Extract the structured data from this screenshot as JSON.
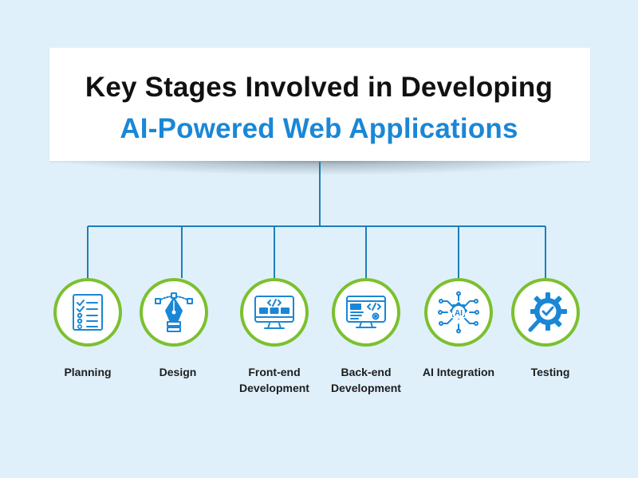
{
  "title": {
    "line1": "Key Stages Involved in Developing",
    "line2": "AI-Powered Web Applications"
  },
  "colors": {
    "background": "#dff0fb",
    "title_accent": "#1a87d6",
    "connector": "#1e7fb8",
    "circle_border": "#7cc02e",
    "icon": "#1a87d6"
  },
  "stages": [
    {
      "label": "Planning",
      "icon": "checklist-icon"
    },
    {
      "label": "Design",
      "icon": "pen-tool-icon"
    },
    {
      "label": "Front-end\nDevelopment",
      "icon": "frontend-monitor-icon"
    },
    {
      "label": "Back-end\nDevelopment",
      "icon": "backend-monitor-icon"
    },
    {
      "label": "AI Integration",
      "icon": "ai-chip-icon"
    },
    {
      "label": "Testing",
      "icon": "gear-check-icon"
    }
  ]
}
